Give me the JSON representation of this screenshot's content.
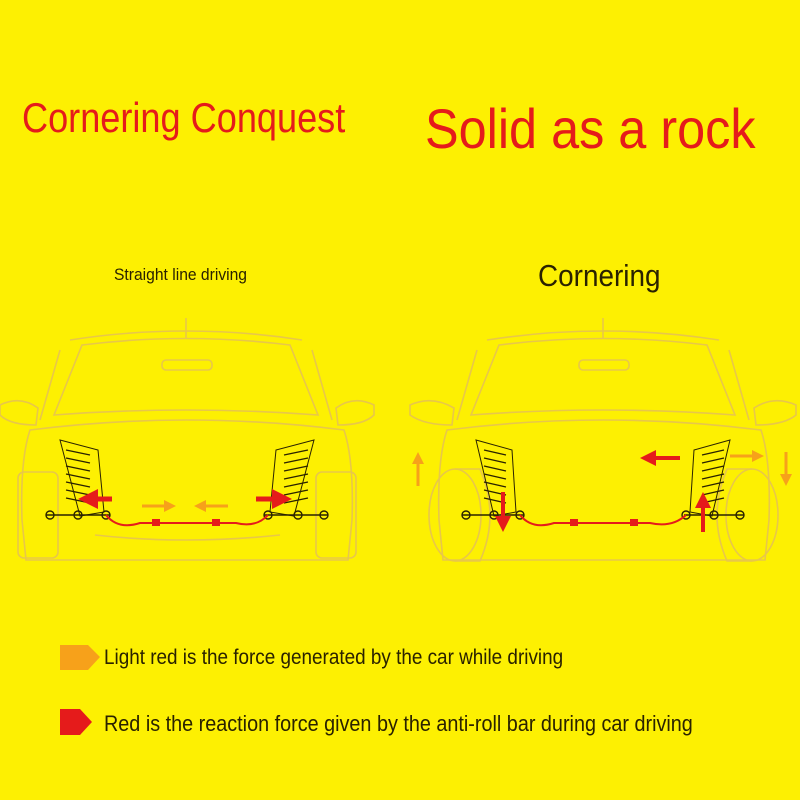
{
  "headings": {
    "left": "Cornering Conquest",
    "right": "Solid as a rock"
  },
  "panels": {
    "left": "Straight line driving",
    "right": "Cornering"
  },
  "legend": [
    {
      "text": "Light red is the force generated by the car while driving",
      "color": "#f7a11a"
    },
    {
      "text": "Red is the reaction force given by the anti-roll bar during car driving",
      "color": "#e51b1b"
    }
  ],
  "colors": {
    "background": "#fdf002",
    "outline": "#e8c74a",
    "force_light": "#f7a11a",
    "force_red": "#e51b1b"
  },
  "icons": [
    "car-rear-outline",
    "coil-spring",
    "anti-roll-bar",
    "arrow"
  ]
}
